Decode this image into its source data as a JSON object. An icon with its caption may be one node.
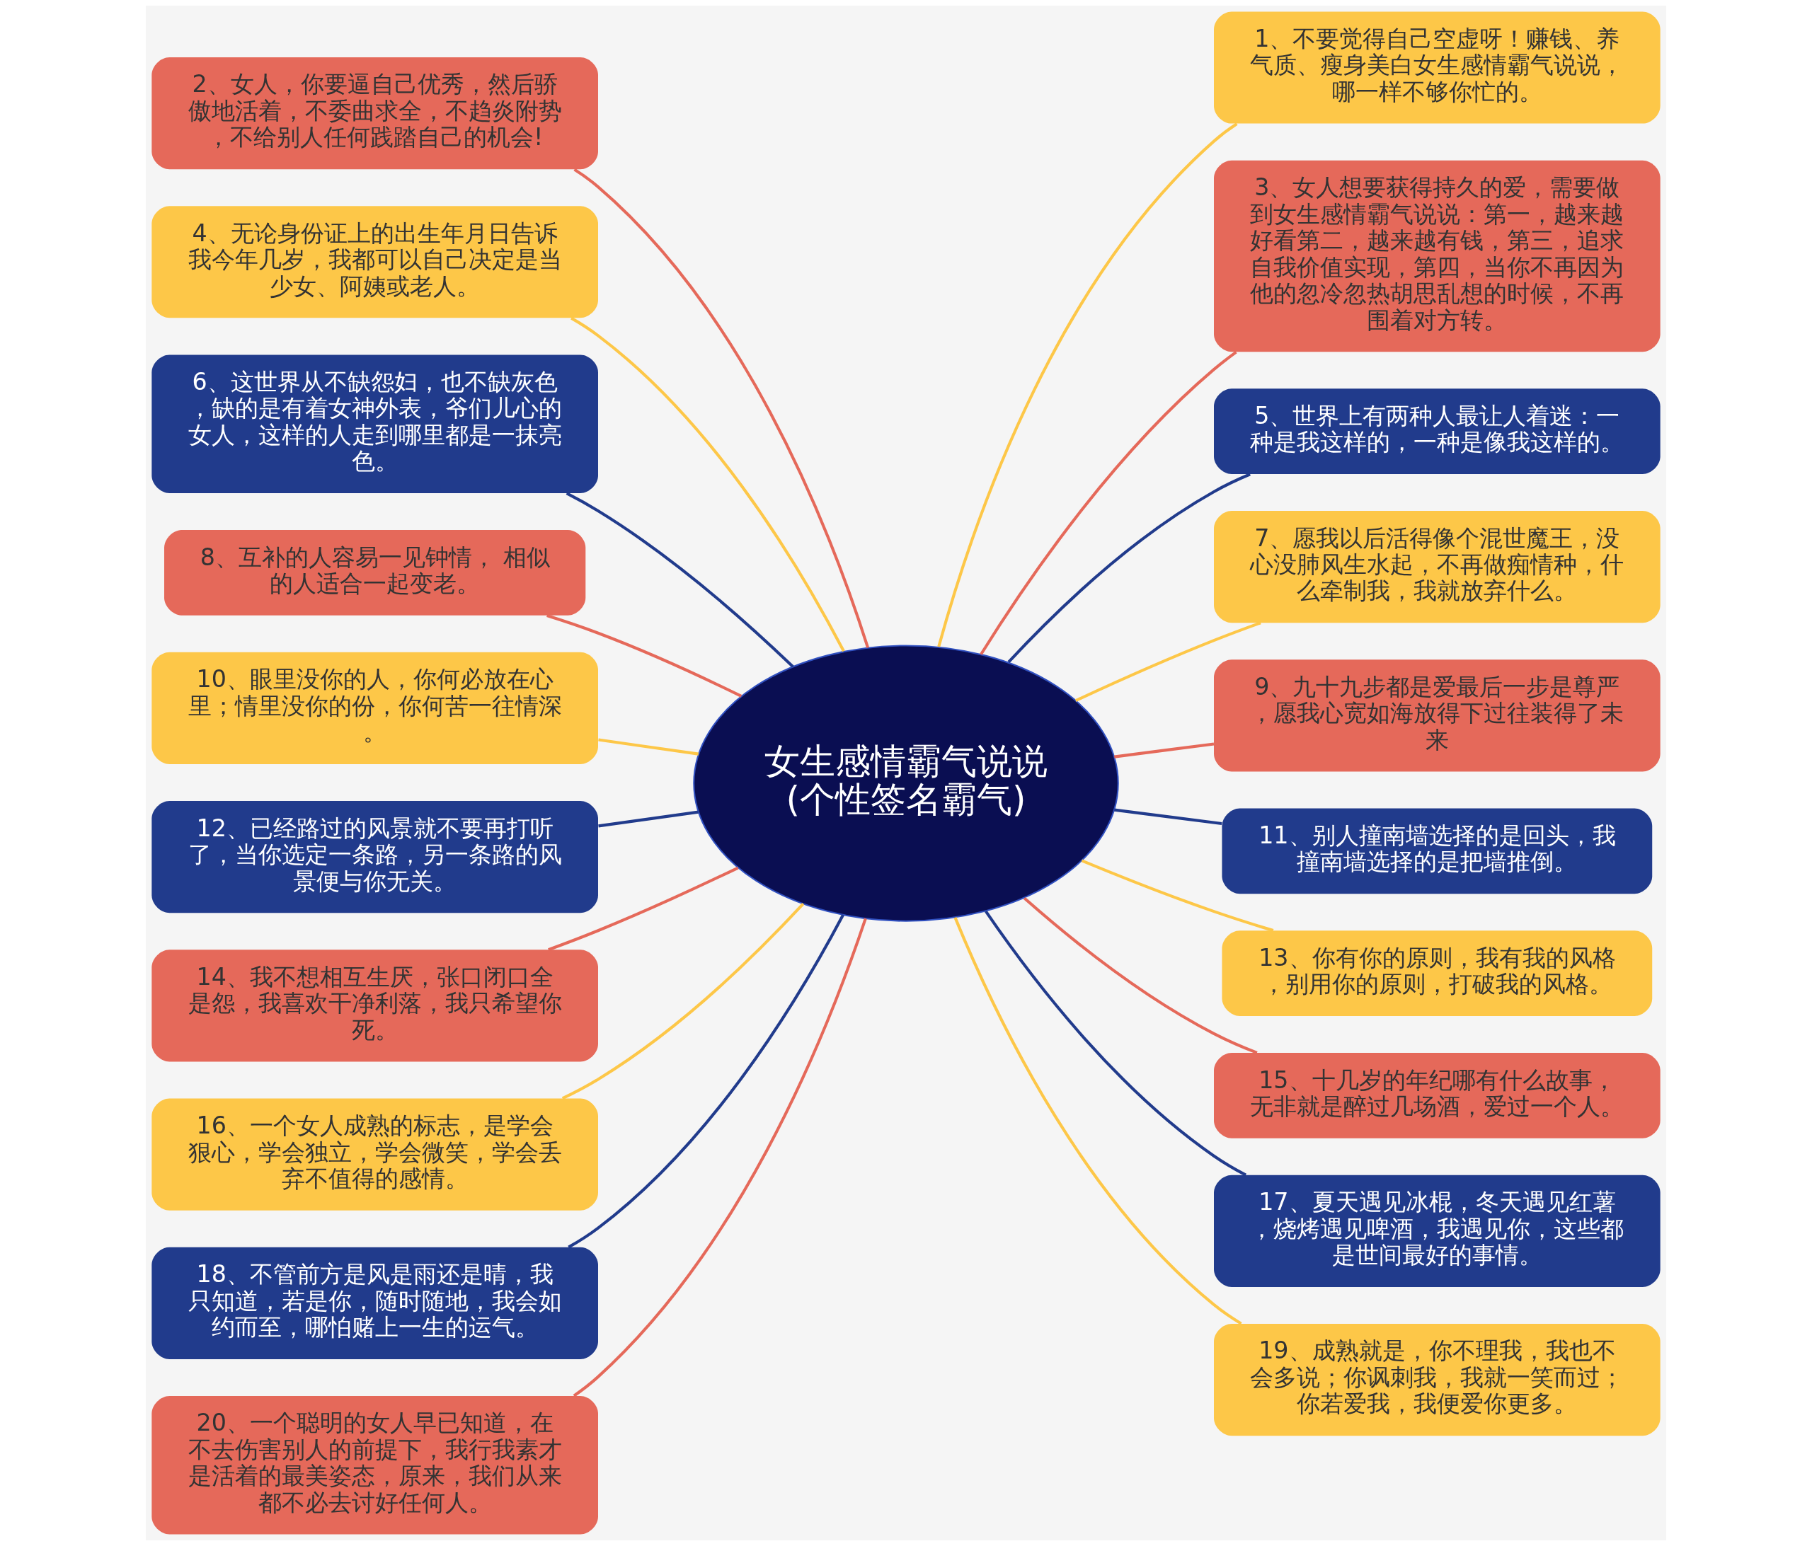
{
  "diagram": {
    "nodes": [
      {
        "text": [
          "女生感情霸气说说(个性签名霸气)"
        ]
      },
      {
        "text": [
          "1、不要觉得自己空虚呀！赚钱、养气质、瘦身美白女生感情霸气说说，哪一样不够你忙的。"
        ]
      },
      {
        "text": [
          "2、女人，你要逼自己优秀，然后骄傲地活着，不委曲求全，不趋炎附势，不给别人任何践踏自己的机会!"
        ]
      },
      {
        "text": [
          "3、女人想要获得持久的爱，需要做到女生感情霸气说说：第一，越来越好看第二，越来越有钱，第三，追求自我价值实现，第四，当你不再因为他的忽冷忽热胡思乱想的时候，不再围着对方转。"
        ]
      },
      {
        "text": [
          "4、无论身份证上的出生年月日告诉我今年几岁，我都可以自己决定是当少女、阿姨或老人。"
        ]
      },
      {
        "text": [
          "5、世界上有两种人最让人着迷：一种是我这样的，一种是像我这样的。"
        ]
      },
      {
        "text": [
          "6、这世界从不缺怨妇，也不缺灰色，缺的是有着女神外表，爷们儿心的女人，这样的人走到哪里都是一抹亮色。"
        ]
      },
      {
        "text": [
          "7、愿我以后活得像个混世魔王，没心没肺风生水起，不再做痴情种，什么牵制我，我就放弃什么。"
        ]
      },
      {
        "text": [
          "8、互补的人容易一见钟情， 相似的人适合一起变老。"
        ]
      },
      {
        "text": [
          "9、九十九步都是爱最后一步是尊严，愿我心宽如海放得下过往装得了未来"
        ]
      },
      {
        "text": [
          "10、眼里没你的人，你何必放在心里；情里没你的份，你何苦一往情深。"
        ]
      },
      {
        "text": [
          "11、别人撞南墙选择的是回头，我撞南墙选择的是把墙推倒。"
        ]
      },
      {
        "text": [
          "12、已经路过的风景就不要再打听了，当你选定一条路，另一条路的风景便与你无关。"
        ]
      },
      {
        "text": [
          "13、你有你的原则，我有我的风格，别用你的原则，打破我的风格。"
        ]
      },
      {
        "text": [
          "14、我不想相互生厌，张口闭口全是怨，我喜欢干净利落，我只希望你死。"
        ]
      },
      {
        "text": [
          "15、十几岁的年纪哪有什么故事，无非就是醉过几场酒，爱过一个人。"
        ]
      },
      {
        "text": [
          "16、一个女人成熟的标志，是学会狠心，学会独立，学会微笑，学会丢弃不值得的感情。"
        ]
      },
      {
        "text": [
          "17、夏天遇见冰棍，冬天遇见红薯，烧烤遇见啤酒，我遇见你，这些都是世间最好的事情。"
        ]
      },
      {
        "text": [
          "18、不管前方是风是雨还是晴，我只知道，若是你，随时随地，我会如约而至，哪怕赌上一生的运气。"
        ]
      },
      {
        "text": [
          "19、成熟就是，你不理我，我也不会多说；你讽刺我，我就一笑而过；你若爱我，我便爱你更多。"
        ]
      },
      {
        "text": [
          "20、一个聪明的女人早已知道，在不去伤害别人的前提下，我行我素才是活着的最美姿态，原来，我们从来都不必去讨好任何人。"
        ]
      }
    ],
    "edges": [
      {
        "from": 0,
        "to": 1,
        "arrow": "none",
        "color": "#fdc748"
      },
      {
        "from": 0,
        "to": 2,
        "arrow": "none",
        "color": "#e5695a"
      },
      {
        "from": 0,
        "to": 3,
        "arrow": "none",
        "color": "#e5695a"
      },
      {
        "from": 0,
        "to": 4,
        "arrow": "none",
        "color": "#fdc748"
      },
      {
        "from": 0,
        "to": 5,
        "arrow": "none",
        "color": "#213b8c"
      },
      {
        "from": 0,
        "to": 6,
        "arrow": "none",
        "color": "#213b8c"
      },
      {
        "from": 0,
        "to": 7,
        "arrow": "none",
        "color": "#fdc748"
      },
      {
        "from": 0,
        "to": 8,
        "arrow": "none",
        "color": "#e5695a"
      },
      {
        "from": 0,
        "to": 9,
        "arrow": "none",
        "color": "#e5695a"
      },
      {
        "from": 0,
        "to": 10,
        "arrow": "none",
        "color": "#fdc748"
      },
      {
        "from": 0,
        "to": 11,
        "arrow": "none",
        "color": "#213b8c"
      },
      {
        "from": 0,
        "to": 12,
        "arrow": "none",
        "color": "#213b8c"
      },
      {
        "from": 0,
        "to": 13,
        "arrow": "none",
        "color": "#fdc748"
      },
      {
        "from": 0,
        "to": 14,
        "arrow": "none",
        "color": "#e5695a"
      },
      {
        "from": 0,
        "to": 15,
        "arrow": "none",
        "color": "#e5695a"
      },
      {
        "from": 0,
        "to": 16,
        "arrow": "none",
        "color": "#fdc748"
      },
      {
        "from": 0,
        "to": 17,
        "arrow": "none",
        "color": "#213b8c"
      },
      {
        "from": 0,
        "to": 18,
        "arrow": "none",
        "color": "#213b8c"
      },
      {
        "from": 0,
        "to": 19,
        "arrow": "none",
        "color": "#fdc748"
      },
      {
        "from": 0,
        "to": 20,
        "arrow": "none",
        "color": "#e5695a"
      }
    ]
  }
}
